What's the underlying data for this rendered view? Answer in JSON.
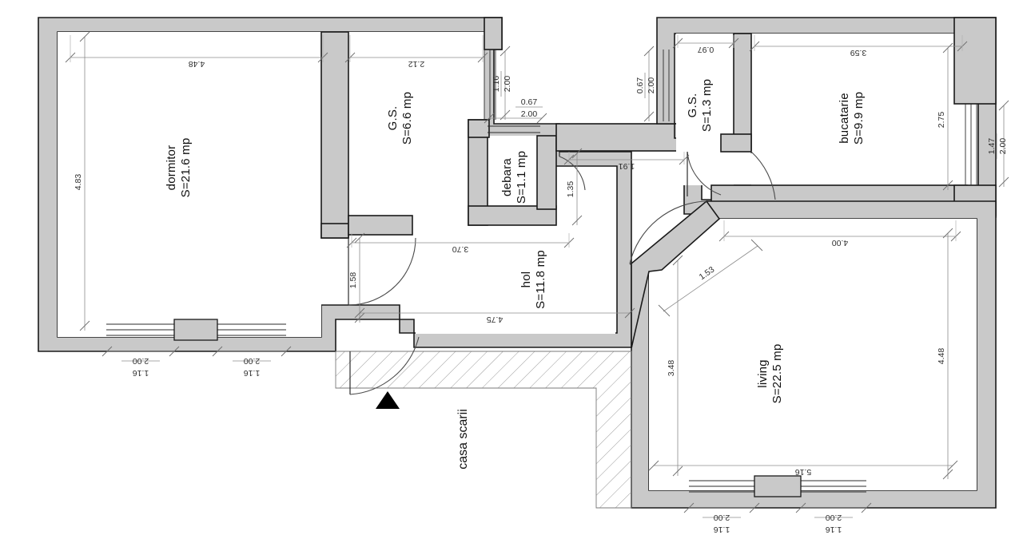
{
  "drawing": {
    "type": "architectural-floor-plan",
    "title": "",
    "units": "m",
    "area_unit": "mp",
    "background_color": "#ffffff",
    "wall_fill_color": "#c9c9c9",
    "wall_stroke_color": "#1a1a1a",
    "dimension_color": "#8c8c8c"
  },
  "rooms": [
    {
      "id": "dormitor",
      "name": "dormitor",
      "area_label": "S=21.6 mp",
      "area_value": 21.6
    },
    {
      "id": "gs1",
      "name": "G.S.",
      "area_label": "S=6.6 mp",
      "area_value": 6.6
    },
    {
      "id": "debara",
      "name": "debara",
      "area_label": "S=1.1 mp",
      "area_value": 1.1
    },
    {
      "id": "hol",
      "name": "hol",
      "area_label": "S=11.8 mp",
      "area_value": 11.8
    },
    {
      "id": "gs2",
      "name": "G.S.",
      "area_label": "S=1.3 mp",
      "area_value": 1.3
    },
    {
      "id": "bucatarie",
      "name": "bucatarie",
      "area_label": "S=9.9 mp",
      "area_value": 9.9
    },
    {
      "id": "living",
      "name": "living",
      "area_label": "S=22.5 mp",
      "area_value": 22.5
    }
  ],
  "annotations": {
    "stairwell": "casa scarii"
  },
  "dimensions": {
    "dormitor_width": "4.48",
    "dormitor_height": "4.83",
    "gs1_width": "2.12",
    "gs2_width": "0.97",
    "bucatarie_width": "3.59",
    "bucatarie_height": "2.75",
    "hol_width_upper": "3.70",
    "hol_width_lower": "4.75",
    "hol_left_offset": "1.58",
    "debara_depth": "1.35",
    "hol_right_run": "1.91",
    "living_top": "4.00",
    "living_bevel": "1.53",
    "living_left": "3.48",
    "living_right": "4.48",
    "living_bottom": "5.16"
  },
  "openings": [
    {
      "id": "win-gs1-top",
      "width": "1.16",
      "height": "2.00"
    },
    {
      "id": "door-debara",
      "width": "0.67",
      "height": "2.00"
    },
    {
      "id": "door-gs2",
      "width": "0.67",
      "height": "2.00"
    },
    {
      "id": "win-bucatarie-east",
      "width": "1.47",
      "height": "2.00"
    },
    {
      "id": "win-dormitor-sw",
      "width": "1.16",
      "height": "2.00"
    },
    {
      "id": "win-dormitor-se",
      "width": "1.16",
      "height": "2.00"
    },
    {
      "id": "win-living-sw",
      "width": "1.16",
      "height": "2.00"
    },
    {
      "id": "win-living-se",
      "width": "1.16",
      "height": "2.00"
    }
  ]
}
